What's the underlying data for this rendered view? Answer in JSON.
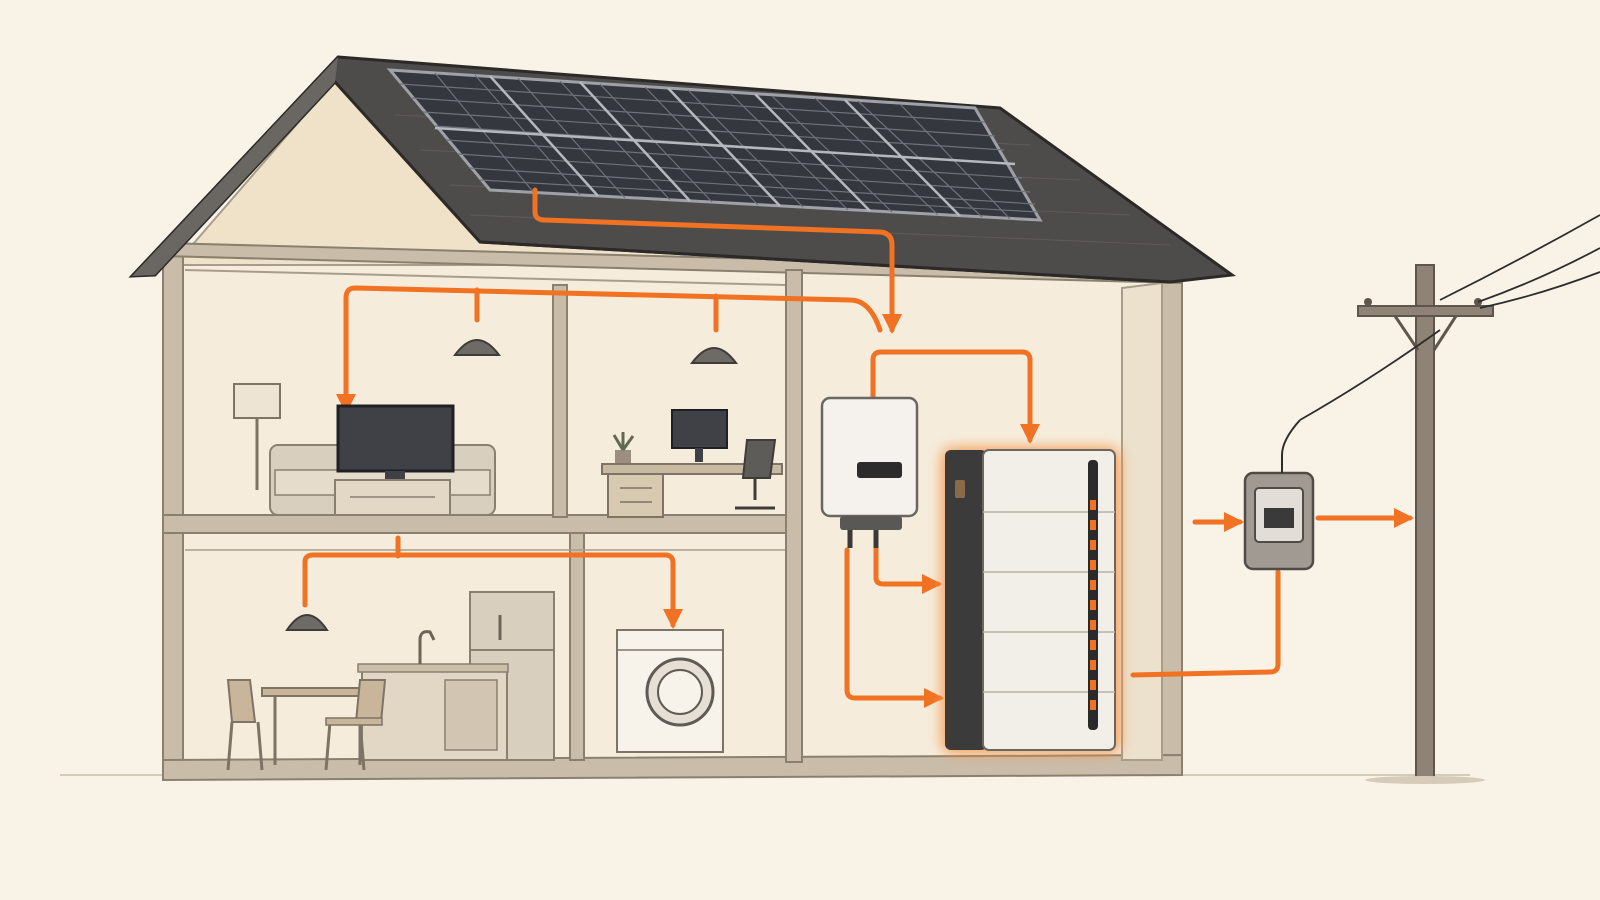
{
  "colors": {
    "background": "#f9f2e6",
    "roof": "#4e4c4a",
    "roof_edge": "#2c2a28",
    "solar_panel": "#34373d",
    "solar_grid": "#7d8088",
    "house_wall": "#f5ecdc",
    "gable": "#f0e2c8",
    "frame": "#c9bdaa",
    "frame_stroke": "#8a8070",
    "energy_flow": "#f07222",
    "battery_body": "#f2eee8",
    "battery_side": "#3b3b3b",
    "battery_glow": "#f59245",
    "furniture": "#d8cfbf",
    "screen": "#3f4146",
    "pole": "#8e8376",
    "wire": "#2d2d2d"
  },
  "components": {
    "solar_array": "solar-panel-array",
    "inverter": "solar-inverter",
    "battery": "home-battery-storage",
    "meter": "utility-meter",
    "grid": "utility-pole",
    "rooms": [
      "living-room",
      "home-office",
      "kitchen",
      "laundry-room",
      "utility-room"
    ]
  }
}
